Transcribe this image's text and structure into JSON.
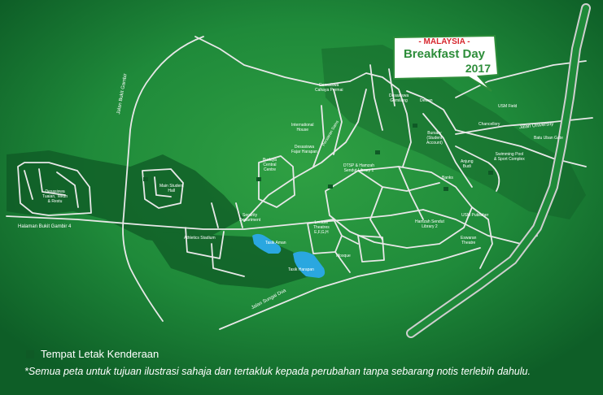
{
  "badge": {
    "line1": "- MALAYSIA -",
    "line2": "Breakfast Day",
    "year": "2017"
  },
  "colors": {
    "background": "#1f8a3a",
    "road": "#e8e8e8",
    "parking": "#0f5a26",
    "lake": "#2aa7e0",
    "badge_red": "#d7262d",
    "badge_green": "#2d8d3a"
  },
  "roads": {
    "bukit_gambir": "Jalan Bukit Gambir",
    "halaman": "Halaman Bukit Gambir 4",
    "jalan_university": "Jalan University",
    "sungai_dua": "Jalan Sungai Dua",
    "persiaran": "Persiaran Sains"
  },
  "places": {
    "desasiswa_tekun": "Desasiswa\nTuaian, Tekun\n& Restu",
    "main_student_hall": "Main Student\nHall",
    "athletics": "Athletics Stadium",
    "security": "Security\nDepartment",
    "tasik_aman": "Tasik Aman",
    "tasik_harapan": "Tasik Harapan",
    "lecture": "Lecture\nTheatres\nE,F,G,H",
    "mosque": "Mosque",
    "desasiswa_cahaya": "Desasiswa\nCahaya Permai",
    "international_house": "International\nHouse",
    "desasiswa_fajar": "Desasiswa\nFajar Harapan",
    "desasiswa_gemilang": "Desasiswa\nGemilang",
    "budaya": "Budaya\nCentral\nCentre",
    "dtsp": "DTSP & Hamzah\nSendut Library 1",
    "hamzah2": "Hamzah Sendut\nLibrary 2",
    "bursary": "Bursary\n(Student\nAccount)",
    "dewan": "Dewan",
    "anjung": "Anjung\nBudi",
    "chancellory": "Chancellory",
    "usm_field": "USM Field",
    "batu_uban": "Batu Uban Gate",
    "swimming": "Swimming Pool\n& Sport Complex",
    "usm_publisher": "USM Publisher",
    "eswaran": "Eswaran\nTheatre",
    "banks": "Banks"
  },
  "legend": {
    "label": "Tempat Letak Kenderaan"
  },
  "disclaimer": "*Semua peta untuk tujuan ilustrasi sahaja dan tertakluk kepada perubahan tanpa sebarang notis terlebih dahulu."
}
